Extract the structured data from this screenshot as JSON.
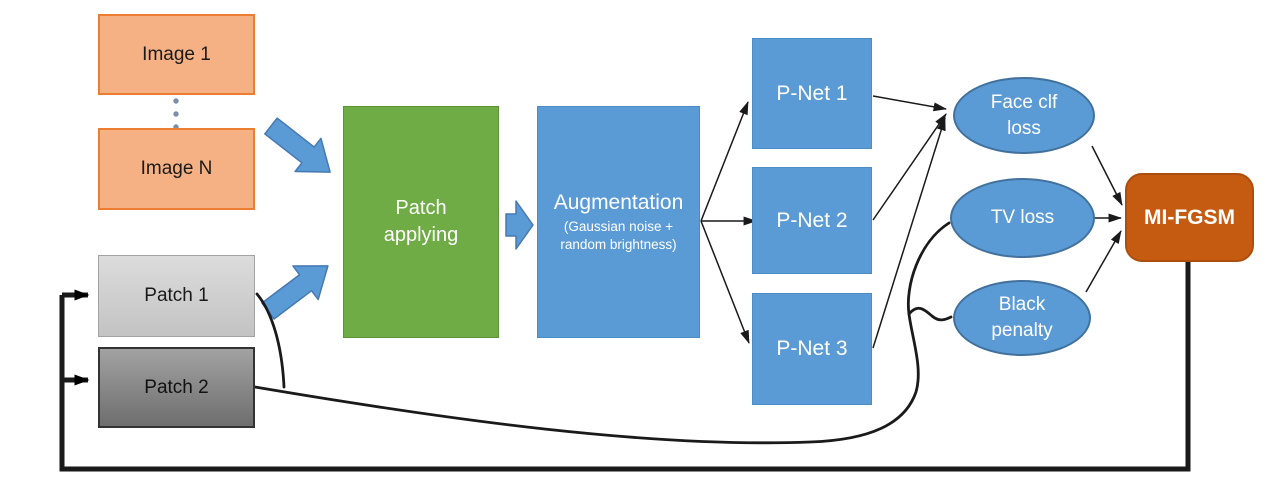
{
  "palette": {
    "image_box_fill": "#F5B183",
    "image_box_border": "#ED7D31",
    "patch1_fill": "#CFCFCF",
    "patch2_fill": "#8A8A8A",
    "green_fill": "#6FAC46",
    "blue_fill": "#5B9BD5",
    "ellipse_border": "#41719C",
    "mi_fgsm_fill": "#C55A11",
    "connector_color": "#1a1a1a",
    "background": "#ffffff"
  },
  "diagram": {
    "nodes": {
      "image_1": {
        "label": "Image 1"
      },
      "image_n": {
        "label": "Image N"
      },
      "patch_1": {
        "label": "Patch 1"
      },
      "patch_2": {
        "label": "Patch 2"
      },
      "patch_applying": {
        "label": "Patch applying"
      },
      "augmentation": {
        "label": "Augmentation",
        "sub_line1": "(Gaussian noise +",
        "sub_line2": "random  brightness)"
      },
      "p_net_1": {
        "label": "P-Net 1"
      },
      "p_net_2": {
        "label": "P-Net 2"
      },
      "p_net_3": {
        "label": "P-Net 3"
      },
      "face_clf_loss": {
        "label": "Face clf loss"
      },
      "tv_loss": {
        "label": "TV loss"
      },
      "black_penalty": {
        "label": "Black penalty"
      },
      "mi_fgsm": {
        "label": "MI-FGSM"
      }
    },
    "edges": [
      {
        "from": "image_n",
        "to": "patch_applying",
        "type": "block_arrow"
      },
      {
        "from": "patch_1",
        "to": "patch_applying",
        "type": "block_arrow"
      },
      {
        "from": "patch_applying",
        "to": "augmentation",
        "type": "block_arrow"
      },
      {
        "from": "augmentation",
        "to": "p_net_1",
        "type": "arrow"
      },
      {
        "from": "augmentation",
        "to": "p_net_2",
        "type": "arrow"
      },
      {
        "from": "augmentation",
        "to": "p_net_3",
        "type": "arrow"
      },
      {
        "from": "p_net_1",
        "to": "face_clf_loss",
        "type": "arrow"
      },
      {
        "from": "p_net_2",
        "to": "face_clf_loss",
        "type": "arrow"
      },
      {
        "from": "p_net_3",
        "to": "face_clf_loss",
        "type": "arrow"
      },
      {
        "from": "face_clf_loss",
        "to": "mi_fgsm",
        "type": "arrow"
      },
      {
        "from": "tv_loss",
        "to": "mi_fgsm",
        "type": "arrow"
      },
      {
        "from": "black_penalty",
        "to": "mi_fgsm",
        "type": "arrow"
      },
      {
        "from": "patch_1",
        "to": "tv_loss",
        "type": "line"
      },
      {
        "from": "patch_2",
        "to": "tv_loss",
        "type": "line"
      },
      {
        "from": "patch_2",
        "to": "black_penalty",
        "type": "line"
      },
      {
        "from": "mi_fgsm",
        "to": "patch_1",
        "type": "feedback_arrow"
      },
      {
        "from": "mi_fgsm",
        "to": "patch_2",
        "type": "feedback_arrow"
      }
    ]
  }
}
